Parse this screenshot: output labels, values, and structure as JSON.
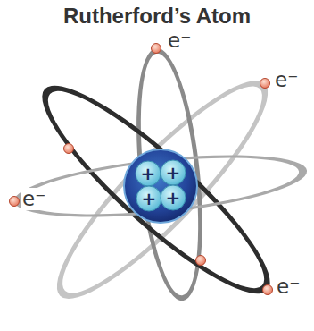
{
  "diagram": {
    "title": "Rutherford’s Atom",
    "nodes": [
      {
        "text": [
          "+"
        ]
      },
      {
        "text": [
          "+"
        ]
      },
      {
        "text": [
          "+"
        ]
      },
      {
        "text": [
          "+"
        ]
      }
    ],
    "labels": [
      "e⁻",
      "e⁻",
      "e⁻",
      "e⁻"
    ]
  }
}
